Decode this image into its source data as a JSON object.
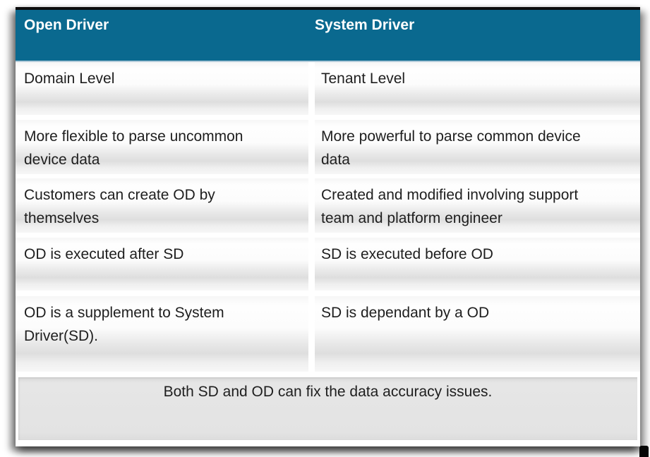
{
  "slide": {
    "table": {
      "header": {
        "col1": "Open Driver",
        "col2": "System Driver"
      },
      "rows": [
        {
          "open": "Domain Level",
          "system": "Tenant Level"
        },
        {
          "open": "More flexible to parse uncommon\ndevice data",
          "system": "More powerful to parse common device\ndata"
        },
        {
          "open": "Customers can create OD by\nthemselves",
          "system": "Created and modified involving support\nteam and platform engineer"
        },
        {
          "open": "OD is executed after SD",
          "system": "SD is executed before OD"
        },
        {
          "open": "OD is a supplement to System\nDriver(SD).",
          "system": "SD is dependant by a OD"
        }
      ],
      "footer": "Both SD and OD can fix the data accuracy issues."
    },
    "colors": {
      "header_bg": "#0A698F",
      "header_text": "#FFFFFF",
      "body_text": "#1E1E1E",
      "cell_gradient_dark": "#DEDEDE",
      "footer_bg": "#E3E3E3",
      "top_border": "#0D0D0D"
    }
  }
}
